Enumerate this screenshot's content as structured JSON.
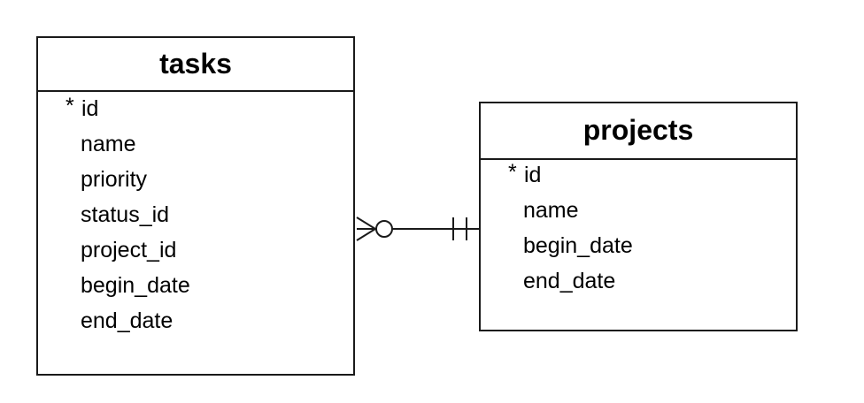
{
  "diagram": {
    "entities": [
      {
        "name": "tasks",
        "primary_key_marker": "*",
        "attributes": [
          "id",
          "name",
          "priority",
          "status_id",
          "project_id",
          "begin_date",
          "end_date"
        ]
      },
      {
        "name": "projects",
        "primary_key_marker": "*",
        "attributes": [
          "id",
          "name",
          "begin_date",
          "end_date"
        ]
      }
    ],
    "relationship": {
      "from": "tasks",
      "to": "projects",
      "from_cardinality": "zero-or-many",
      "to_cardinality": "one-and-only-one",
      "line_color": "#1a1a1a"
    }
  }
}
